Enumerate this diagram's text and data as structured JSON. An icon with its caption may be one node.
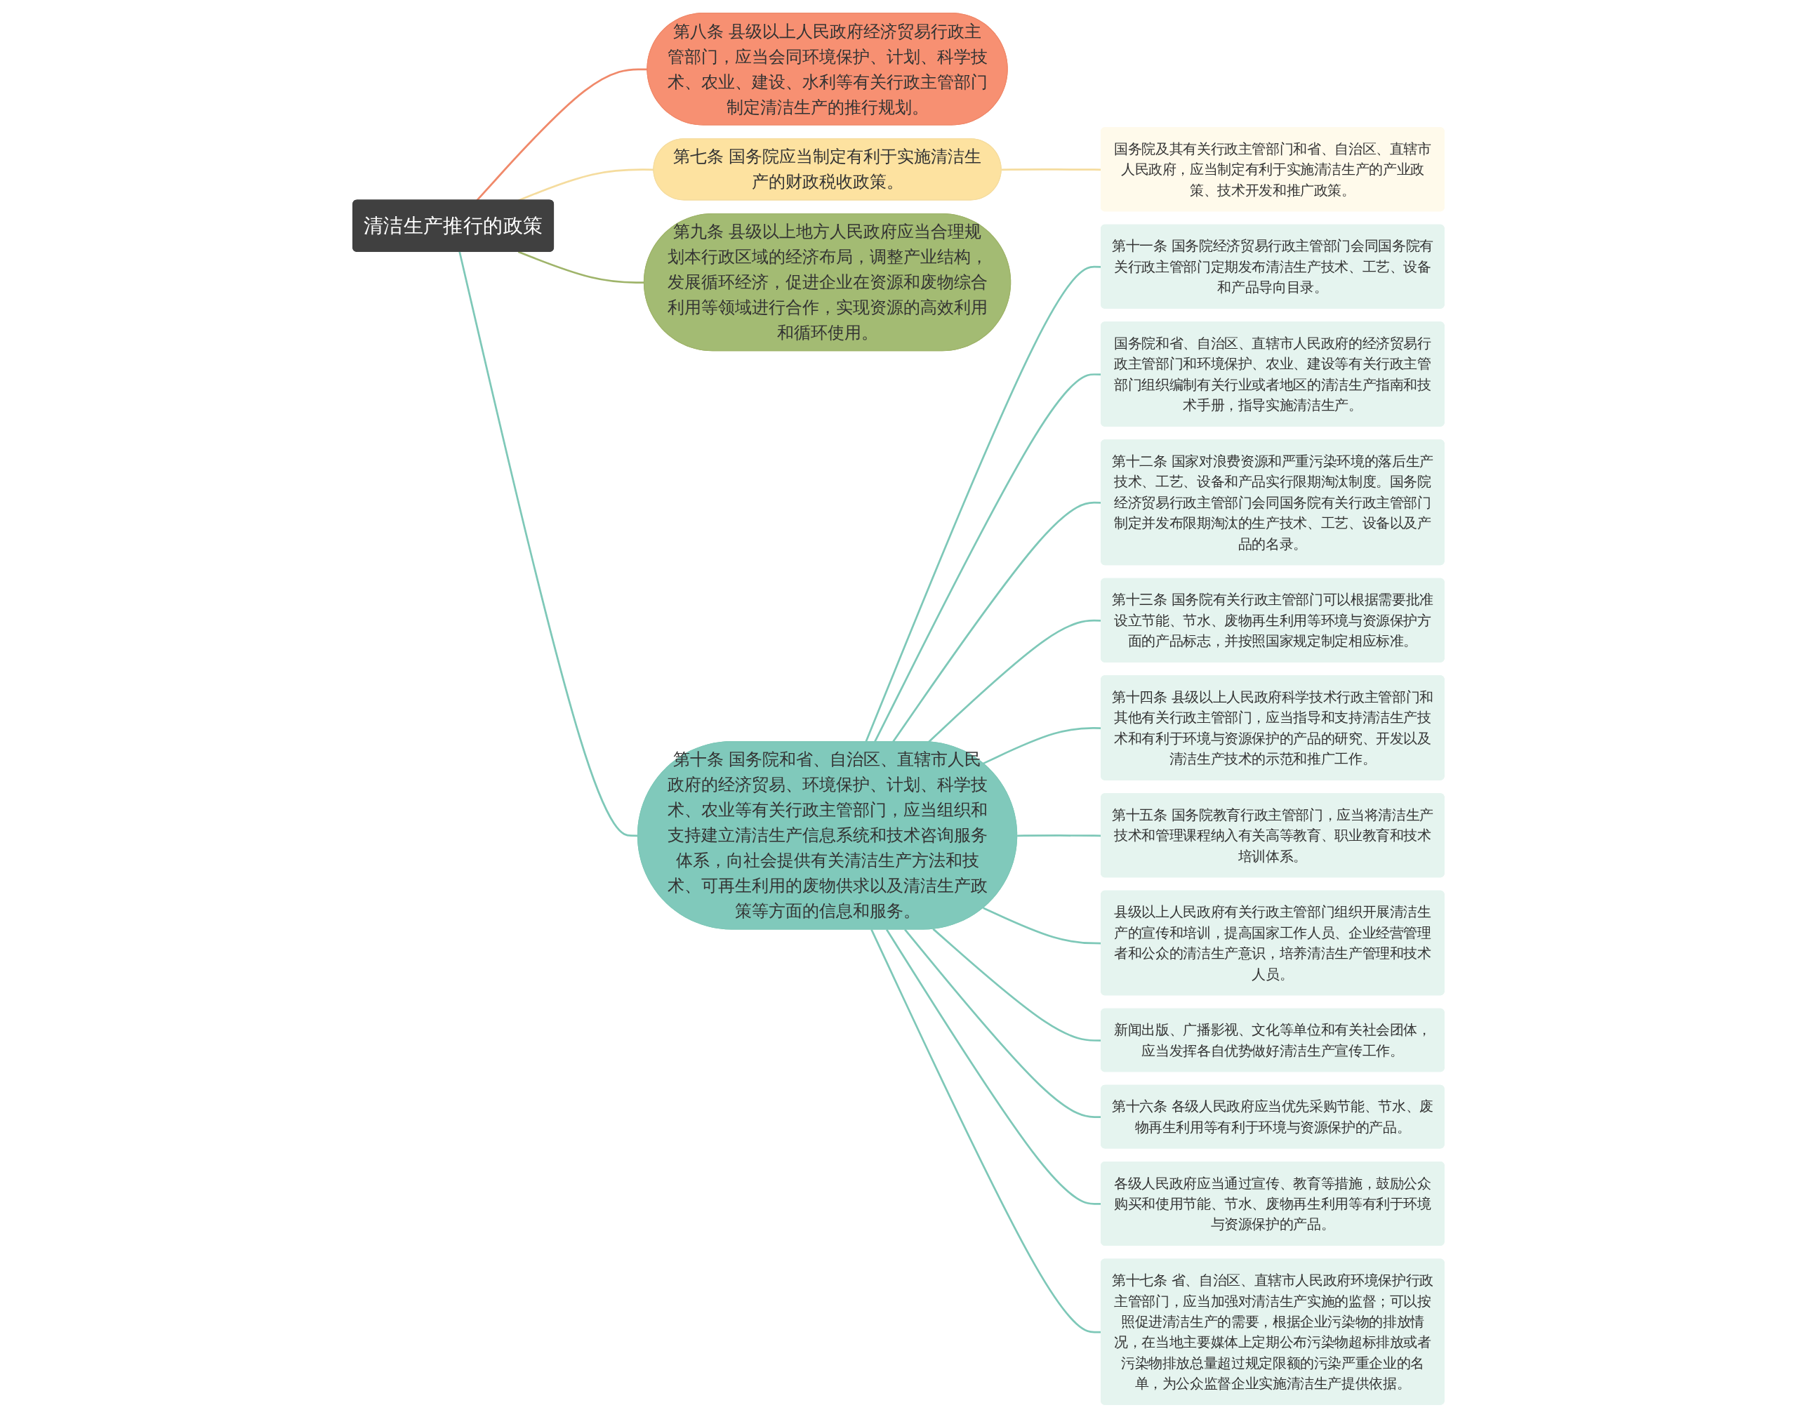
{
  "diagram": {
    "nodes": [
      {
        "text": [
          "清洁生产推行的政策"
        ]
      },
      {
        "text": [
          "第八条 县级以上人民政府经济贸易行政主管部门，应当会同环境保护、计划、科学技术、农业、建设、水利等有关行政主管部门制定清洁生产的推行规划。"
        ]
      },
      {
        "text": [
          "第七条 国务院应当制定有利于实施清洁生产的财政税收政策。"
        ]
      },
      {
        "text": [
          "国务院及其有关行政主管部门和省、自治区、直辖市人民政府，应当制定有利于实施清洁生产的产业政策、技术开发和推广政策。"
        ]
      },
      {
        "text": [
          "第九条 县级以上地方人民政府应当合理规划本行政区域的经济布局，调整产业结构，发展循环经济，促进企业在资源和废物综合利用等领域进行合作，实现资源的高效利用和循环使用。"
        ]
      },
      {
        "text": [
          "第十条 国务院和省、自治区、直辖市人民政府的经济贸易、环境保护、计划、科学技术、农业等有关行政主管部门，应当组织和支持建立清洁生产信息系统和技术咨询服务体系，向社会提供有关清洁生产方法和技术、可再生利用的废物供求以及清洁生产政策等方面的信息和服务。"
        ]
      },
      {
        "text": [
          "第十一条 国务院经济贸易行政主管部门会同国务院有关行政主管部门定期发布清洁生产技术、工艺、设备和产品导向目录。"
        ]
      },
      {
        "text": [
          "国务院和省、自治区、直辖市人民政府的经济贸易行政主管部门和环境保护、农业、建设等有关行政主管部门组织编制有关行业或者地区的清洁生产指南和技术手册，指导实施清洁生产。"
        ]
      },
      {
        "text": [
          "第十二条 国家对浪费资源和严重污染环境的落后生产技术、工艺、设备和产品实行限期淘汰制度。国务院经济贸易行政主管部门会同国务院有关行政主管部门制定并发布限期淘汰的生产技术、工艺、设备以及产品的名录。"
        ]
      },
      {
        "text": [
          "第十三条 国务院有关行政主管部门可以根据需要批准设立节能、节水、废物再生利用等环境与资源保护方面的产品标志，并按照国家规定制定相应标准。"
        ]
      },
      {
        "text": [
          "第十四条 县级以上人民政府科学技术行政主管部门和其他有关行政主管部门，应当指导和支持清洁生产技术和有利于环境与资源保护的产品的研究、开发以及清洁生产技术的示范和推广工作。"
        ]
      },
      {
        "text": [
          "第十五条 国务院教育行政主管部门，应当将清洁生产技术和管理课程纳入有关高等教育、职业教育和技术培训体系。"
        ]
      },
      {
        "text": [
          "县级以上人民政府有关行政主管部门组织开展清洁生产的宣传和培训，提高国家工作人员、企业经营管理者和公众的清洁生产意识，培养清洁生产管理和技术人员。"
        ]
      },
      {
        "text": [
          "新闻出版、广播影视、文化等单位和有关社会团体，应当发挥各自优势做好清洁生产宣传工作。"
        ]
      },
      {
        "text": [
          "第十六条 各级人民政府应当优先采购节能、节水、废物再生利用等有利于环境与资源保护的产品。"
        ]
      },
      {
        "text": [
          "各级人民政府应当通过宣传、教育等措施，鼓励公众购买和使用节能、节水、废物再生利用等有利于环境与资源保护的产品。"
        ]
      },
      {
        "text": [
          "第十七条 省、自治区、直辖市人民政府环境保护行政主管部门，应当加强对清洁生产实施的监督；可以按照促进清洁生产的需要，根据企业污染物的排放情况，在当地主要媒体上定期公布污染物超标排放或者污染物排放总量超过规定限额的污染严重企业的名单，为公众监督企业实施清洁生产提供依据。"
        ]
      }
    ],
    "edges": [
      {
        "from": 0,
        "to": 1,
        "arrow": "none",
        "color": "#f0896a"
      },
      {
        "from": 0,
        "to": 2,
        "arrow": "none",
        "color": "#f5dc9e"
      },
      {
        "from": 2,
        "to": 3,
        "arrow": "none",
        "color": "#f5dc9e"
      },
      {
        "from": 0,
        "to": 4,
        "arrow": "none",
        "color": "#9fb46a"
      },
      {
        "from": 0,
        "to": 5,
        "arrow": "none"
      },
      {
        "from": 5,
        "to": 6,
        "arrow": "none"
      },
      {
        "from": 5,
        "to": 7,
        "arrow": "none"
      },
      {
        "from": 5,
        "to": 8,
        "arrow": "none"
      },
      {
        "from": 5,
        "to": 9,
        "arrow": "none"
      },
      {
        "from": 5,
        "to": 10,
        "arrow": "none"
      },
      {
        "from": 5,
        "to": 11,
        "arrow": "none"
      },
      {
        "from": 5,
        "to": 12,
        "arrow": "none"
      },
      {
        "from": 5,
        "to": 13,
        "arrow": "none"
      },
      {
        "from": 5,
        "to": 14,
        "arrow": "none"
      },
      {
        "from": 5,
        "to": 15,
        "arrow": "none"
      },
      {
        "from": 5,
        "to": 16,
        "arrow": "none"
      }
    ]
  }
}
